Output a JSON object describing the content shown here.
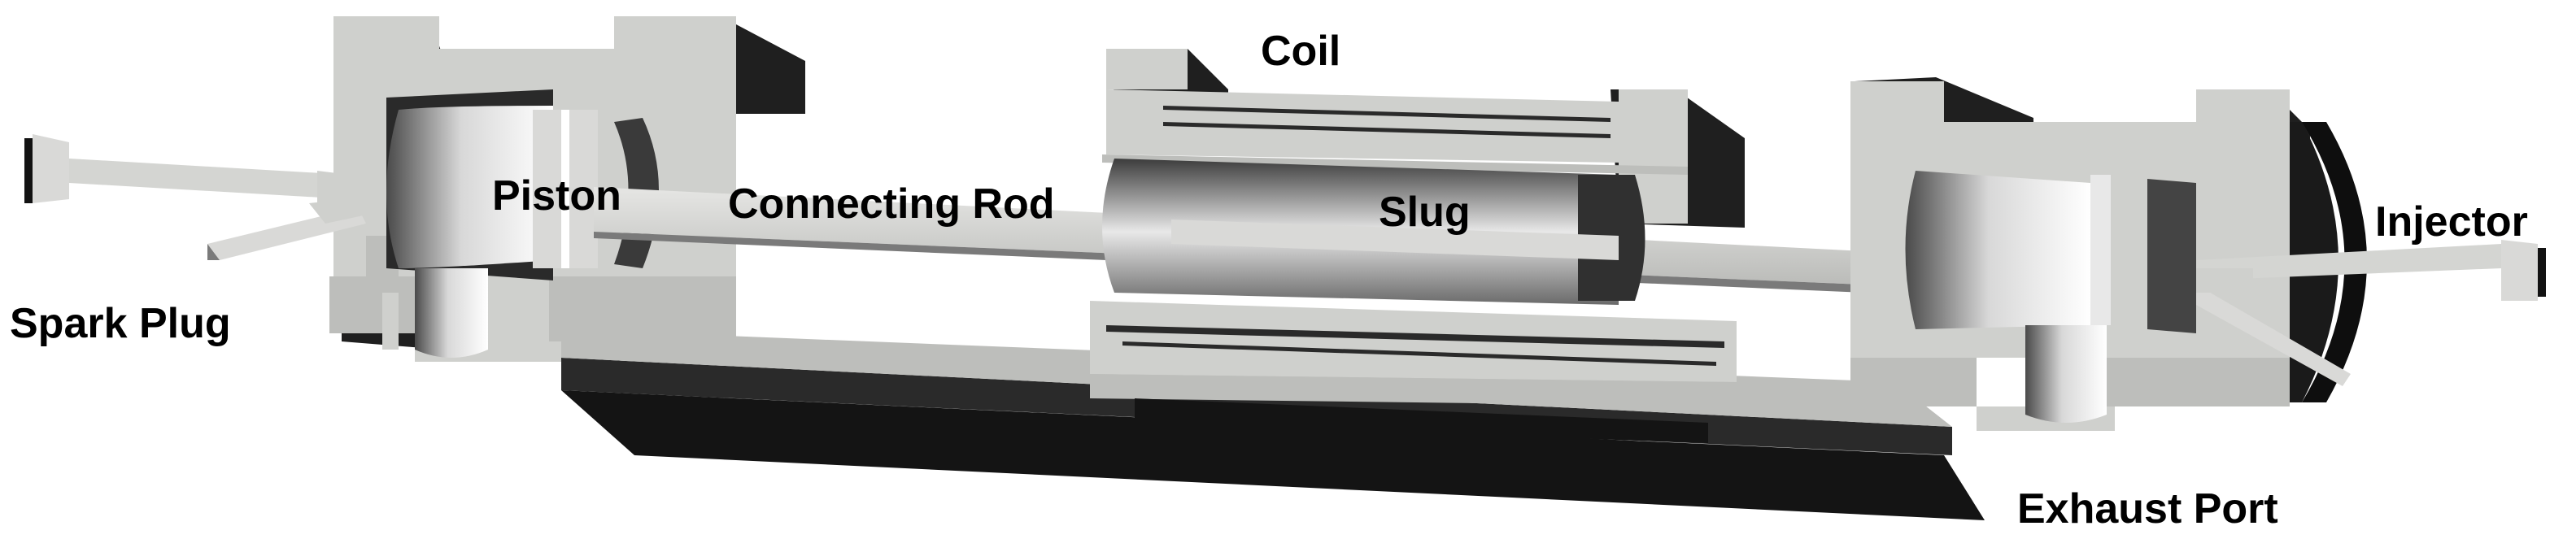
{
  "colors": {
    "body_light": "#cfd0cd",
    "body_face": "#bdbebb",
    "shadow": "#1f1f1f",
    "deep_shadow": "#0b0b0b",
    "metal_dark": "#5b5b5b",
    "metal_light": "#f2f2f2",
    "background": "#ffffff",
    "text": "#000000"
  },
  "labels": {
    "coil": "Coil",
    "piston": "Piston",
    "connecting_rod": "Connecting Rod",
    "slug": "Slug",
    "injector": "Injector",
    "spark_plug": "Spark Plug",
    "exhaust_port": "Exhaust Port"
  }
}
